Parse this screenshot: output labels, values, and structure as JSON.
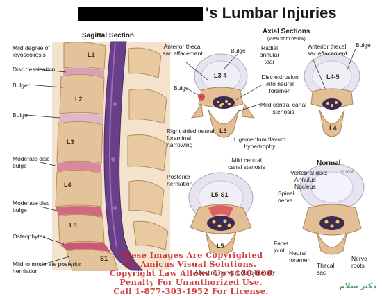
{
  "title": {
    "suffix": "'s Lumbar Injuries"
  },
  "sagittal": {
    "heading": "Sagittal Section",
    "vertebrae": [
      "L1",
      "L2",
      "L3",
      "L4",
      "L5",
      "S1"
    ],
    "labels": {
      "levoscoliosis": "Mild degree of levoscoliosis",
      "disc_dessication": "Disc dessication",
      "bulge_1": "Bulge",
      "bulge_2": "Bulge",
      "moderate_bulge_1": "Moderate disc bulge",
      "moderate_bulge_2": "Moderate disc bulge",
      "osteophytes": "Osteophytes",
      "posterior_herniation": "Mild to moderate posterior herniation"
    }
  },
  "axial": {
    "heading": "Axial Sections",
    "subheading": "(view from below)",
    "l34": {
      "level": "L3-4",
      "vertebra": "L3",
      "labels": {
        "thecal": "Anterior thecal sac effacement",
        "bulge": "Bulge",
        "tear": "Radial annular tear",
        "bulge_side": "Bulge",
        "extrusion": "Disc extrusion into neural foramen",
        "foraminal": "Right sided neural foraminal narrowing",
        "ligamentum": "Ligamentum flavum hypertrophy"
      }
    },
    "l45": {
      "level": "L4-5",
      "vertebra": "L4",
      "labels": {
        "thecal": "Anterior thecal sac effacement",
        "bulge": "Bulge",
        "stenosis": "Mild central canal stenosis"
      }
    },
    "l5s1": {
      "level": "L5-S1",
      "vertebra": "L5",
      "labels": {
        "stenosis": "Mild central canal stenosis",
        "herniation": "Posterior herniation",
        "bottom": "Affecting nerve roots bilaterally"
      }
    },
    "normal": {
      "heading": "Normal",
      "labels": {
        "vertebral_disc": "Vertebral disc:",
        "annulus": "Annulus",
        "nucleus": "Nucleus",
        "spinal_nerve": "Spinal nerve",
        "facet": "Facet joint",
        "foramen": "Neural foramen",
        "thecal_sac": "Thecal sac",
        "nerve_roots": "Nerve roots"
      }
    }
  },
  "watermark": {
    "line1": "These Images Are Copyrighted",
    "line2": "By Amicus Visual Solutions.",
    "line3": "Copyright Law Allows Up $150,000",
    "line4": "Penalty For Unauthorized Use.",
    "line5": "Call 1-877-303-1952 For License."
  },
  "copyright_small": "© 2009",
  "logo": "دکتر سلام",
  "colors": {
    "bone": "#e8c9a0",
    "disc": "#d8d6e6",
    "canal": "#6a3f8a",
    "nerve": "#f2d060",
    "inflamed": "#d94a5a"
  }
}
